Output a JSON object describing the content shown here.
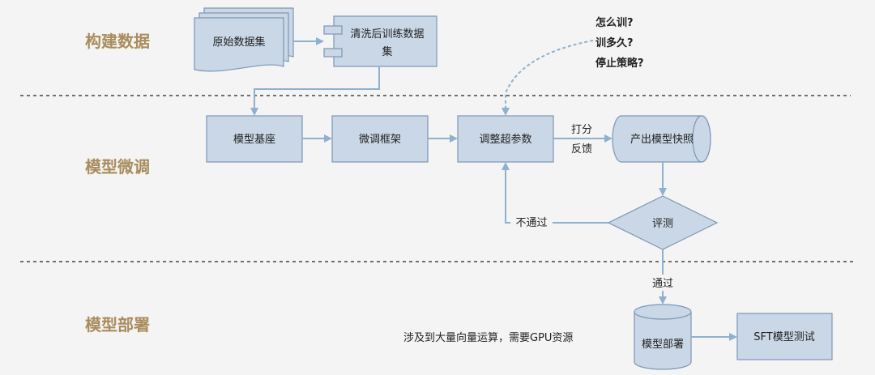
{
  "sections": {
    "build_data": "构建数据",
    "fine_tune": "模型微调",
    "deploy": "模型部署"
  },
  "nodes": {
    "raw_dataset": "原始数据集",
    "clean_dataset_line1": "清洗后训练数据",
    "clean_dataset_line2": "集",
    "base_model": "模型基座",
    "finetune_framework": "微调框架",
    "tune_hyperparams": "调整超参数",
    "model_snapshot": "产出模型快照",
    "evaluate": "评测",
    "model_deploy": "模型部署",
    "sft_test": "SFT模型测试"
  },
  "edges": {
    "score_feedback_line1": "打分",
    "score_feedback_line2": "反馈",
    "not_pass": "不通过",
    "pass": "通过"
  },
  "notes": {
    "questions": [
      "怎么训?",
      "训多久?",
      "停止策略?"
    ],
    "gpu_note": "涉及到大量向量运算，需要GPU资源"
  }
}
